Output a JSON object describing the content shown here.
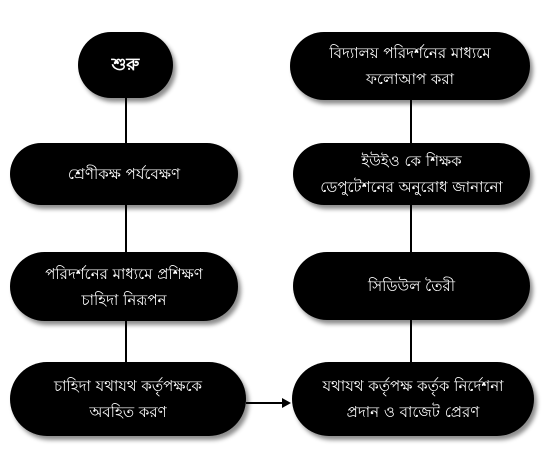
{
  "flowchart": {
    "left_column": [
      {
        "id": "start",
        "label": "শুরু"
      },
      {
        "id": "classroom-observation",
        "label": "শ্রেণীকক্ষ পর্যবেক্ষণ"
      },
      {
        "id": "training-need",
        "label": "পরিদর্শনের মাধ্যমে প্রশিক্ষণ\nচাহিদা নিরূপন"
      },
      {
        "id": "inform-authority",
        "label": "চাহিদা যথাযথ কর্তৃপক্ষকে\nঅবহিত করণ"
      }
    ],
    "right_column": [
      {
        "id": "school-followup",
        "label": "বিদ্যালয় পরিদর্শনের মাধ্যমে\nফলোআপ করা"
      },
      {
        "id": "uo-request",
        "label": "ইউইও কে শিক্ষক\nডেপুটেশনের অনুরোধ জানানো"
      },
      {
        "id": "schedule",
        "label": "সিডিউল তৈরী"
      },
      {
        "id": "budget-instruction",
        "label": "যথাযথ কর্তৃপক্ষ কর্তৃক নির্দেশনা\nপ্রদান ও বাজেট প্রেরণ"
      }
    ]
  },
  "colors": {
    "node_fill": "#000000",
    "node_text": "#ffffff",
    "line": "#000000"
  }
}
